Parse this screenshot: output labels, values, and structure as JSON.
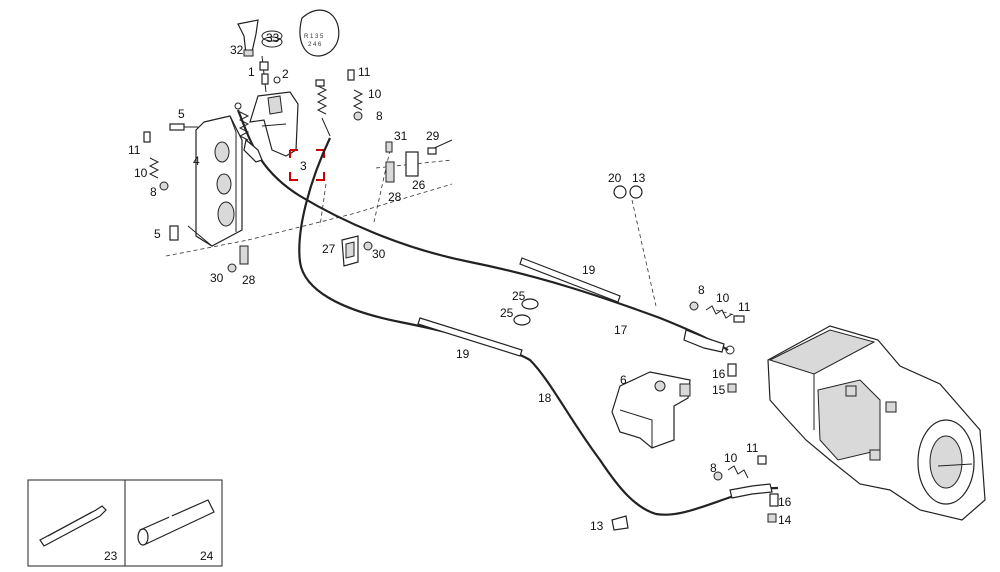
{
  "labels": {
    "p1": "1",
    "p2": "2",
    "p3": "3",
    "p4": "4",
    "p5a": "5",
    "p5b": "5",
    "p6": "6",
    "p8a": "8",
    "p8b": "8",
    "p8c": "8",
    "p8d": "8",
    "p10a": "10",
    "p10b": "10",
    "p10c": "10",
    "p10d": "10",
    "p11a": "11",
    "p11b": "11",
    "p11c": "11",
    "p11d": "11",
    "p13a": "13",
    "p13b": "13",
    "p14": "14",
    "p15": "15",
    "p16a": "16",
    "p16b": "16",
    "p17": "17",
    "p18": "18",
    "p19a": "19",
    "p19b": "19",
    "p20": "20",
    "p23": "23",
    "p24": "24",
    "p25a": "25",
    "p25b": "25",
    "p26": "26",
    "p27": "27",
    "p28a": "28",
    "p28b": "28",
    "p29": "29",
    "p30a": "30",
    "p30b": "30",
    "p31": "31",
    "p32": "32",
    "p33": "33"
  },
  "shift_pattern": {
    "row1": "R 1 3 5",
    "row2": "2 4 6"
  },
  "highlight_color": "#cc0000"
}
